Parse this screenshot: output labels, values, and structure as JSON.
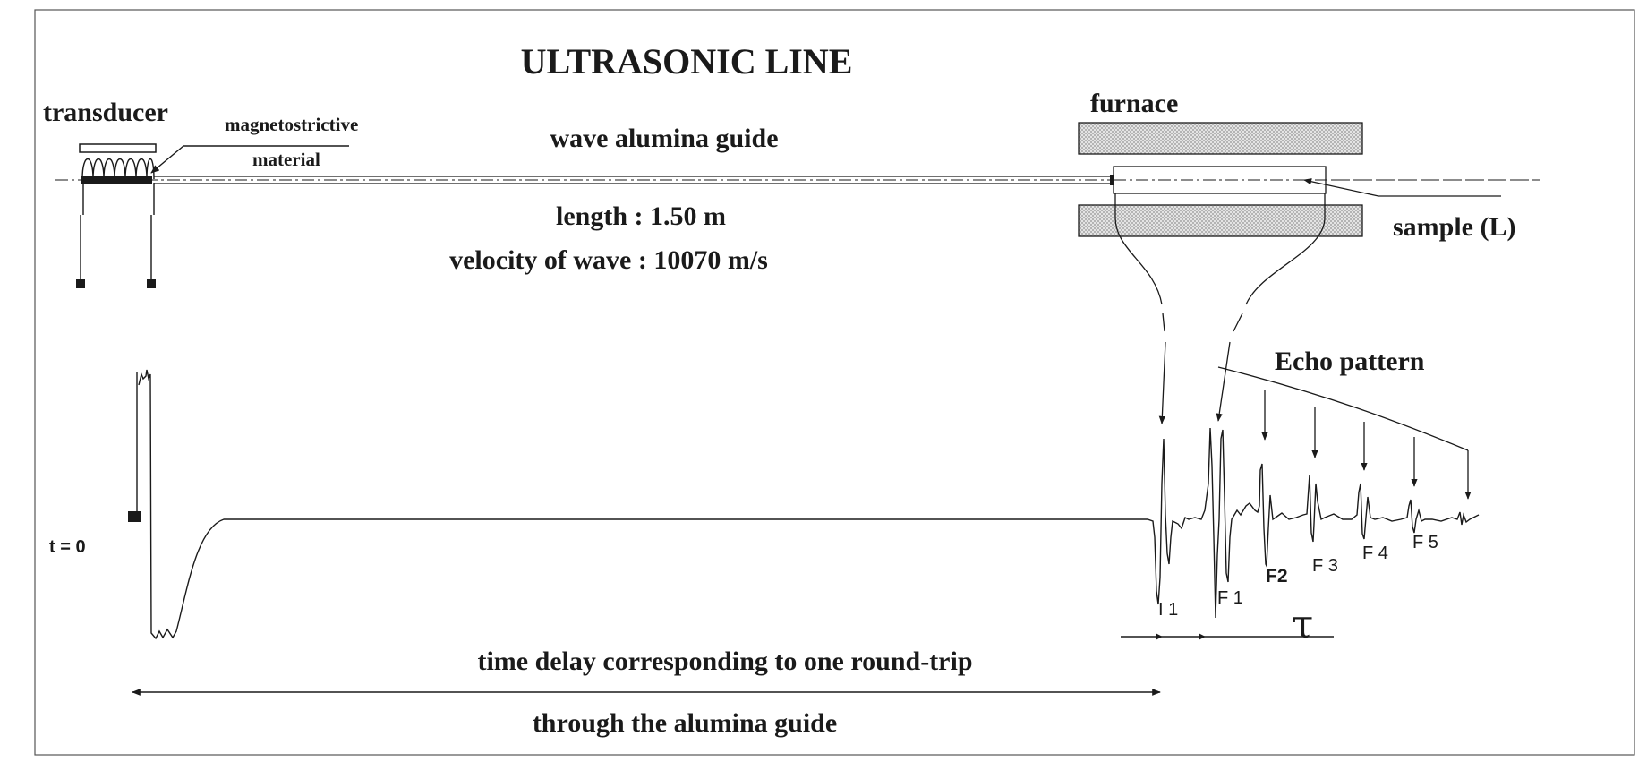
{
  "title": "ULTRASONIC LINE",
  "labels": {
    "transducer": "transducer",
    "magnetostrictive_line1": "magnetostrictive",
    "magnetostrictive_line2": "material",
    "guide": "wave alumina guide",
    "length": "length : 1.50 m",
    "velocity": "velocity of  wave : 10070 m/s",
    "furnace": "furnace",
    "sample": "sample (L)",
    "echo_pattern": "Echo pattern",
    "t_zero": "t = 0",
    "tau": "τ",
    "delay_line1": "time delay corresponding to one round-trip",
    "delay_line2": "through the alumina guide"
  },
  "echoes": [
    {
      "label": "I 1",
      "bold": false
    },
    {
      "label": "F 1",
      "bold": false
    },
    {
      "label": "F2",
      "bold": true
    },
    {
      "label": "F 3",
      "bold": false
    },
    {
      "label": "F 4",
      "bold": false
    },
    {
      "label": "F 5",
      "bold": false
    }
  ],
  "colors": {
    "ink": "#1a1a1a",
    "furnace_hatch": "#c8c8c8",
    "background": "#ffffff"
  }
}
